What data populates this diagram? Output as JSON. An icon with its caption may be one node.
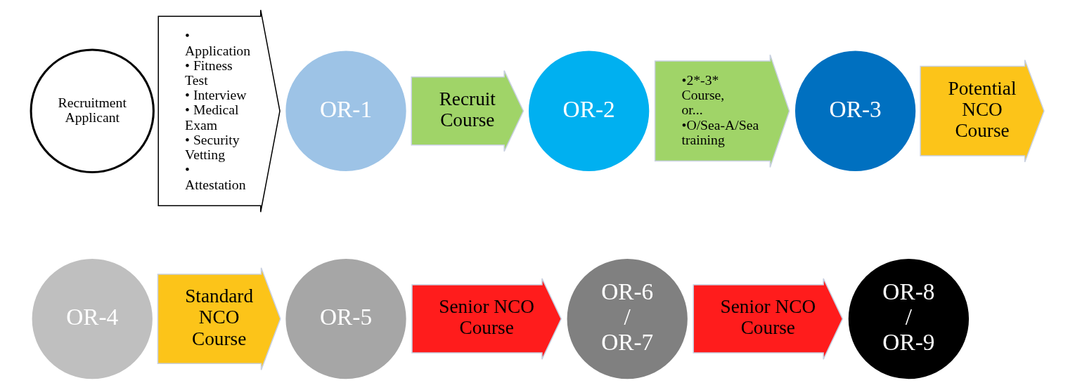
{
  "diagram": {
    "nodes": [
      {
        "text": [
          "Recruitment Applicant"
        ]
      },
      {
        "text": [
          "• Application",
          "• Fitness Test",
          "• Interview",
          "• Medical Exam",
          "• Security Vetting",
          "• Attestation"
        ]
      },
      {
        "text": [
          "OR-1"
        ]
      },
      {
        "text": [
          "Recruit Course"
        ]
      },
      {
        "text": [
          "OR-2"
        ]
      },
      {
        "text": [
          "•2*-3* Course, or...",
          "•O/Sea-A/Sea training"
        ]
      },
      {
        "text": [
          "OR-3"
        ]
      },
      {
        "text": [
          "Potential NCO Course"
        ]
      },
      {
        "text": [
          "OR-4"
        ]
      },
      {
        "text": [
          "Standard NCO Course"
        ]
      },
      {
        "text": [
          "OR-5"
        ]
      },
      {
        "text": [
          "Senior NCO Course"
        ]
      },
      {
        "text": [
          "OR-6 / OR-7"
        ]
      },
      {
        "text": [
          "Senior NCO Course"
        ]
      },
      {
        "text": [
          "OR-8 / OR-9"
        ]
      }
    ]
  }
}
